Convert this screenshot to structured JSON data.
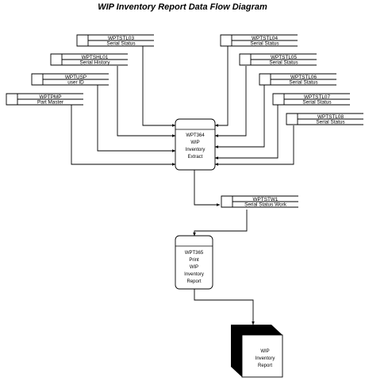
{
  "title": "WIP Inventory Report  Data Flow Diagram",
  "stores": [
    {
      "id": "WPTSTL03",
      "label": "Serial Status"
    },
    {
      "id": "WPTSHL01",
      "label": "Serial History"
    },
    {
      "id": "WPTUSP",
      "label": "user ID"
    },
    {
      "id": "WPTPMP",
      "label": "Part Master"
    },
    {
      "id": "WPTSTL04",
      "label": "Serial Status"
    },
    {
      "id": "WPTSTL05",
      "label": "Serial Status"
    },
    {
      "id": "WPTSTL06",
      "label": "Serial Status"
    },
    {
      "id": "WPTSTL07",
      "label": "Serial Status"
    },
    {
      "id": "WPTSTL08",
      "label": "Serial Status"
    },
    {
      "id": "WPTSTW1",
      "label": "Serial Status Work"
    }
  ],
  "processes": [
    {
      "lines": [
        "WPT364",
        "WIP",
        "Inventory",
        "Extract"
      ]
    },
    {
      "lines": [
        "WPT365",
        "Print",
        "WIP",
        "Inventory",
        "Report"
      ]
    }
  ],
  "output": {
    "lines": [
      "WIP",
      "Inventory",
      "Report"
    ]
  }
}
